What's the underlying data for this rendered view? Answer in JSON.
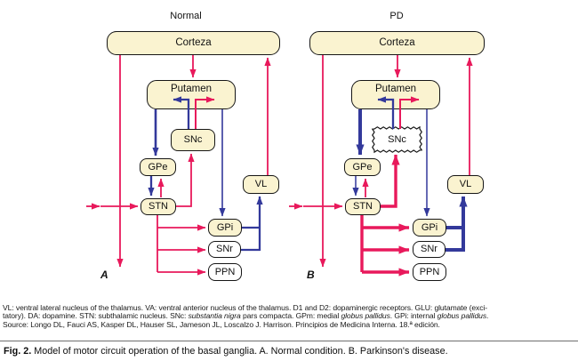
{
  "figure": {
    "panels": [
      {
        "title": "Normal",
        "label": "A",
        "nodes": {
          "cortex": "Corteza",
          "putamen": "Putamen",
          "snc": "SNc",
          "gpe": "GPe",
          "stn": "STN",
          "vl": "VL",
          "gpi": "GPi",
          "snr": "SNr",
          "ppn": "PPN"
        }
      },
      {
        "title": "PD",
        "label": "B",
        "nodes": {
          "cortex": "Corteza",
          "putamen": "Putamen",
          "snc": "SNc",
          "gpe": "GPe",
          "stn": "STN",
          "vl": "VL",
          "gpi": "GPi",
          "snr": "SNr",
          "ppn": "PPN"
        }
      }
    ],
    "colors": {
      "excitatory_red": "#e8195b",
      "inhibitory_blue": "#33399b",
      "node_fill_cream": "#faf3d0",
      "node_fill_white": "#ffffff",
      "node_border": "#161616"
    }
  },
  "legend": {
    "lines": [
      {
        "segments": [
          {
            "text": "VL: ventral lateral nucleus of the thalamus. VA: ventral anterior nucleus of the thalamus. D1 and D2: dopaminergic receptors. GLU: glutamate (exci-",
            "italic": false
          }
        ]
      },
      {
        "segments": [
          {
            "text": "tatory). DA: dopamine. STN: subthalamic nucleus. SNc: ",
            "italic": false
          },
          {
            "text": "substantia nigra",
            "italic": true
          },
          {
            "text": " pars compacta. GPm: medial ",
            "italic": false
          },
          {
            "text": "globus pallidus",
            "italic": true
          },
          {
            "text": ". GPi: internal ",
            "italic": false
          },
          {
            "text": "globus pallidus",
            "italic": true
          },
          {
            "text": ".",
            "italic": false
          }
        ]
      },
      {
        "segments": [
          {
            "text": "Source: Longo DL, Fauci AS, Kasper DL, Hauser SL, Jameson JL, Loscalzo J. Harrison. Principios de Medicina Interna. 18.ª edición.",
            "italic": false
          }
        ]
      }
    ]
  },
  "caption": {
    "prefix": "Fig. 2.",
    "text": "Model of motor circuit operation of the basal ganglia. A. Normal condition. B. Parkinson's disease."
  }
}
